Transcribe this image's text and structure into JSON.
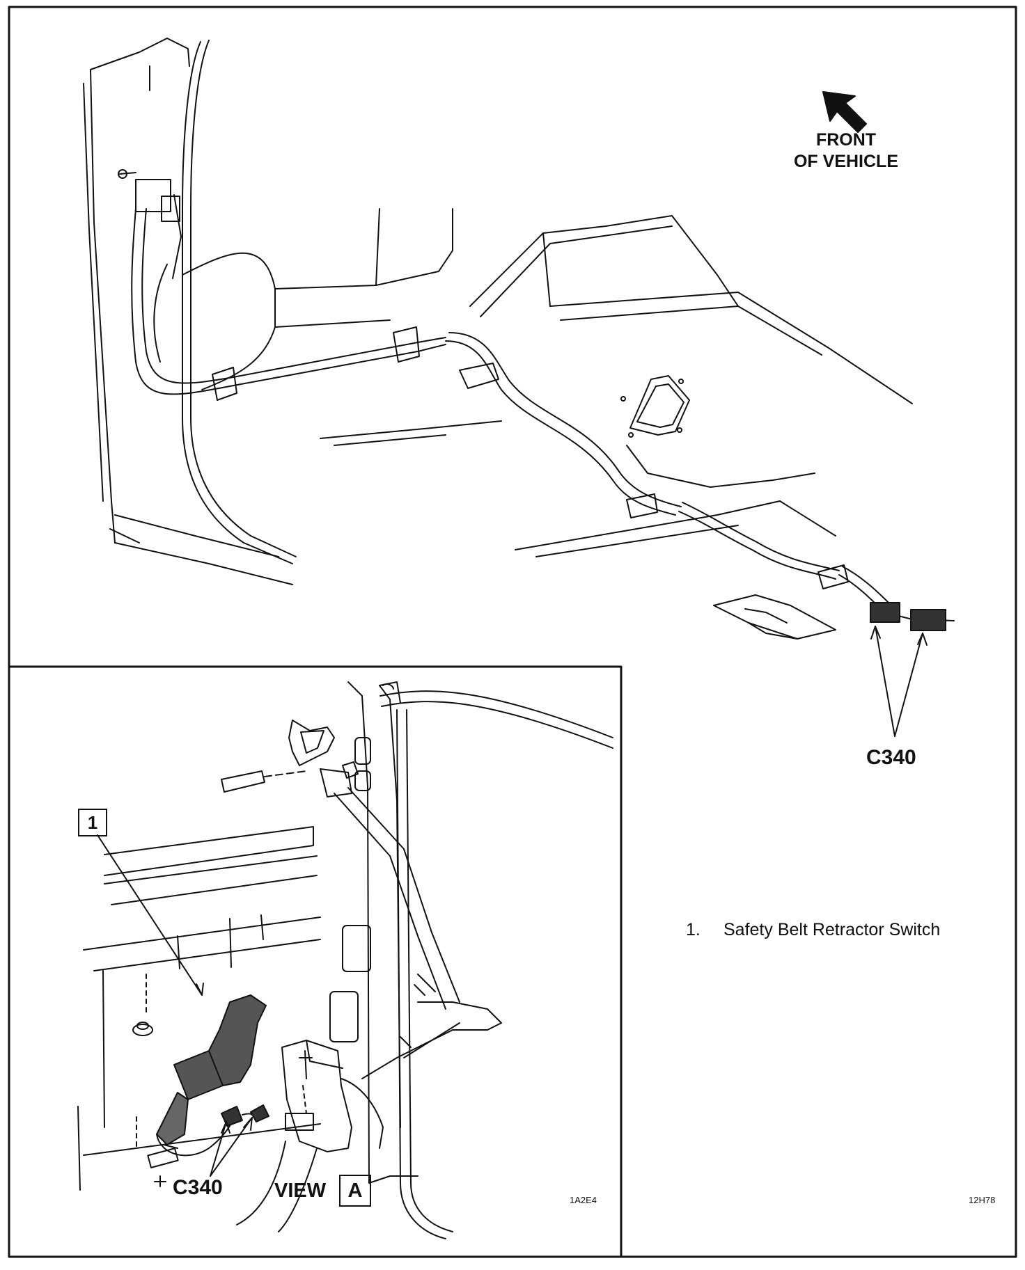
{
  "front_label": {
    "line1": "FRONT",
    "line2": "OF VEHICLE"
  },
  "connector_label_main": "C340",
  "connector_label_view": "C340",
  "view": {
    "word": "VIEW",
    "letter": "A"
  },
  "callout_number": "1",
  "legend": [
    {
      "number": "1.",
      "text": "Safety Belt Retractor Switch"
    }
  ],
  "figure_ids": {
    "inset": "1A2E4",
    "main": "12H78"
  },
  "icons": {
    "direction_arrow": "arrow-up-left-icon"
  }
}
